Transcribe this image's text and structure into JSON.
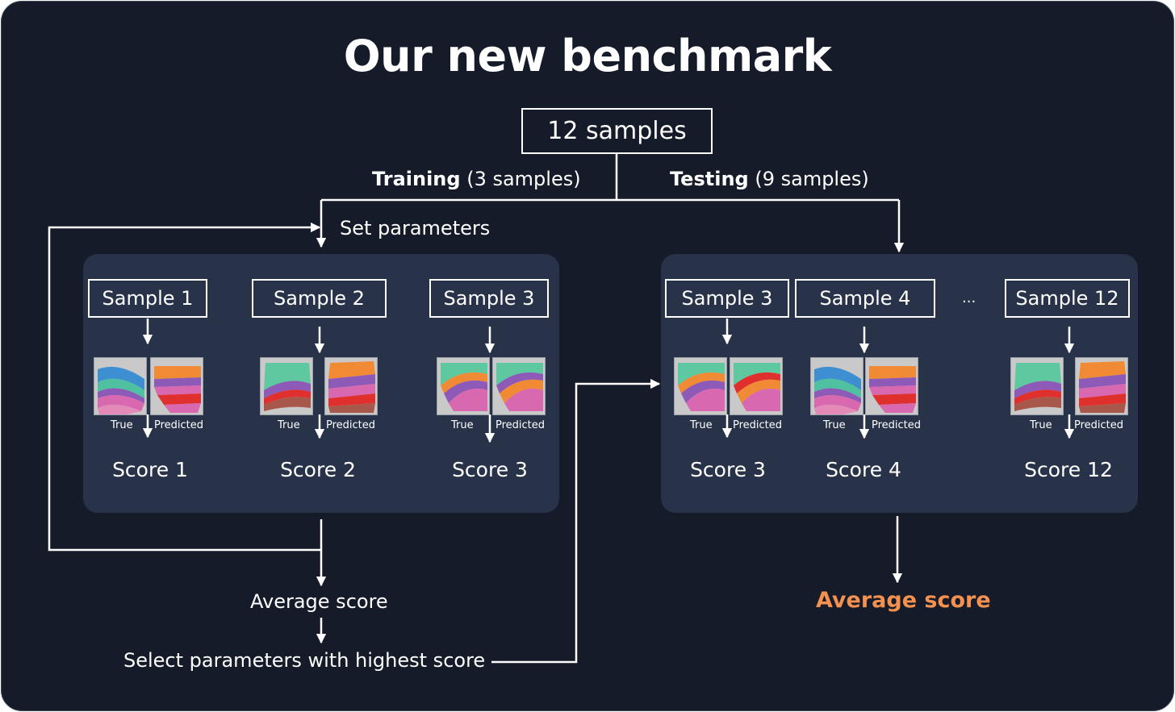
{
  "title": "Our new benchmark",
  "root": {
    "label": "12 samples"
  },
  "training": {
    "bold": "Training",
    "rest": " (3 samples)"
  },
  "testing": {
    "bold": "Testing",
    "rest": " (9 samples)"
  },
  "set_parameters": "Set parameters",
  "train_panel": {
    "samples": [
      {
        "label": "Sample 1",
        "score": "Score 1",
        "true_label": "True",
        "pred_label": "Predicted"
      },
      {
        "label": "Sample 2",
        "score": "Score 2",
        "true_label": "True",
        "pred_label": "Predicted"
      },
      {
        "label": "Sample 3",
        "score": "Score 3",
        "true_label": "True",
        "pred_label": "Predicted"
      }
    ]
  },
  "test_panel": {
    "samples": [
      {
        "label": "Sample 3",
        "score": "Score 3",
        "true_label": "True",
        "pred_label": "Predicted"
      },
      {
        "label": "Sample 4",
        "score": "Score 4",
        "true_label": "True",
        "pred_label": "Predicted"
      },
      {
        "label": "Sample 12",
        "score": "Score 12",
        "true_label": "True",
        "pred_label": "Predicted"
      }
    ],
    "ellipsis": "..."
  },
  "train_average": "Average score",
  "select_parameters": "Select parameters with highest score",
  "test_average": "Average score",
  "colors": {
    "background": "#151b28",
    "panel": "#283349",
    "accent": "#f39150",
    "line": "#ffffff"
  }
}
